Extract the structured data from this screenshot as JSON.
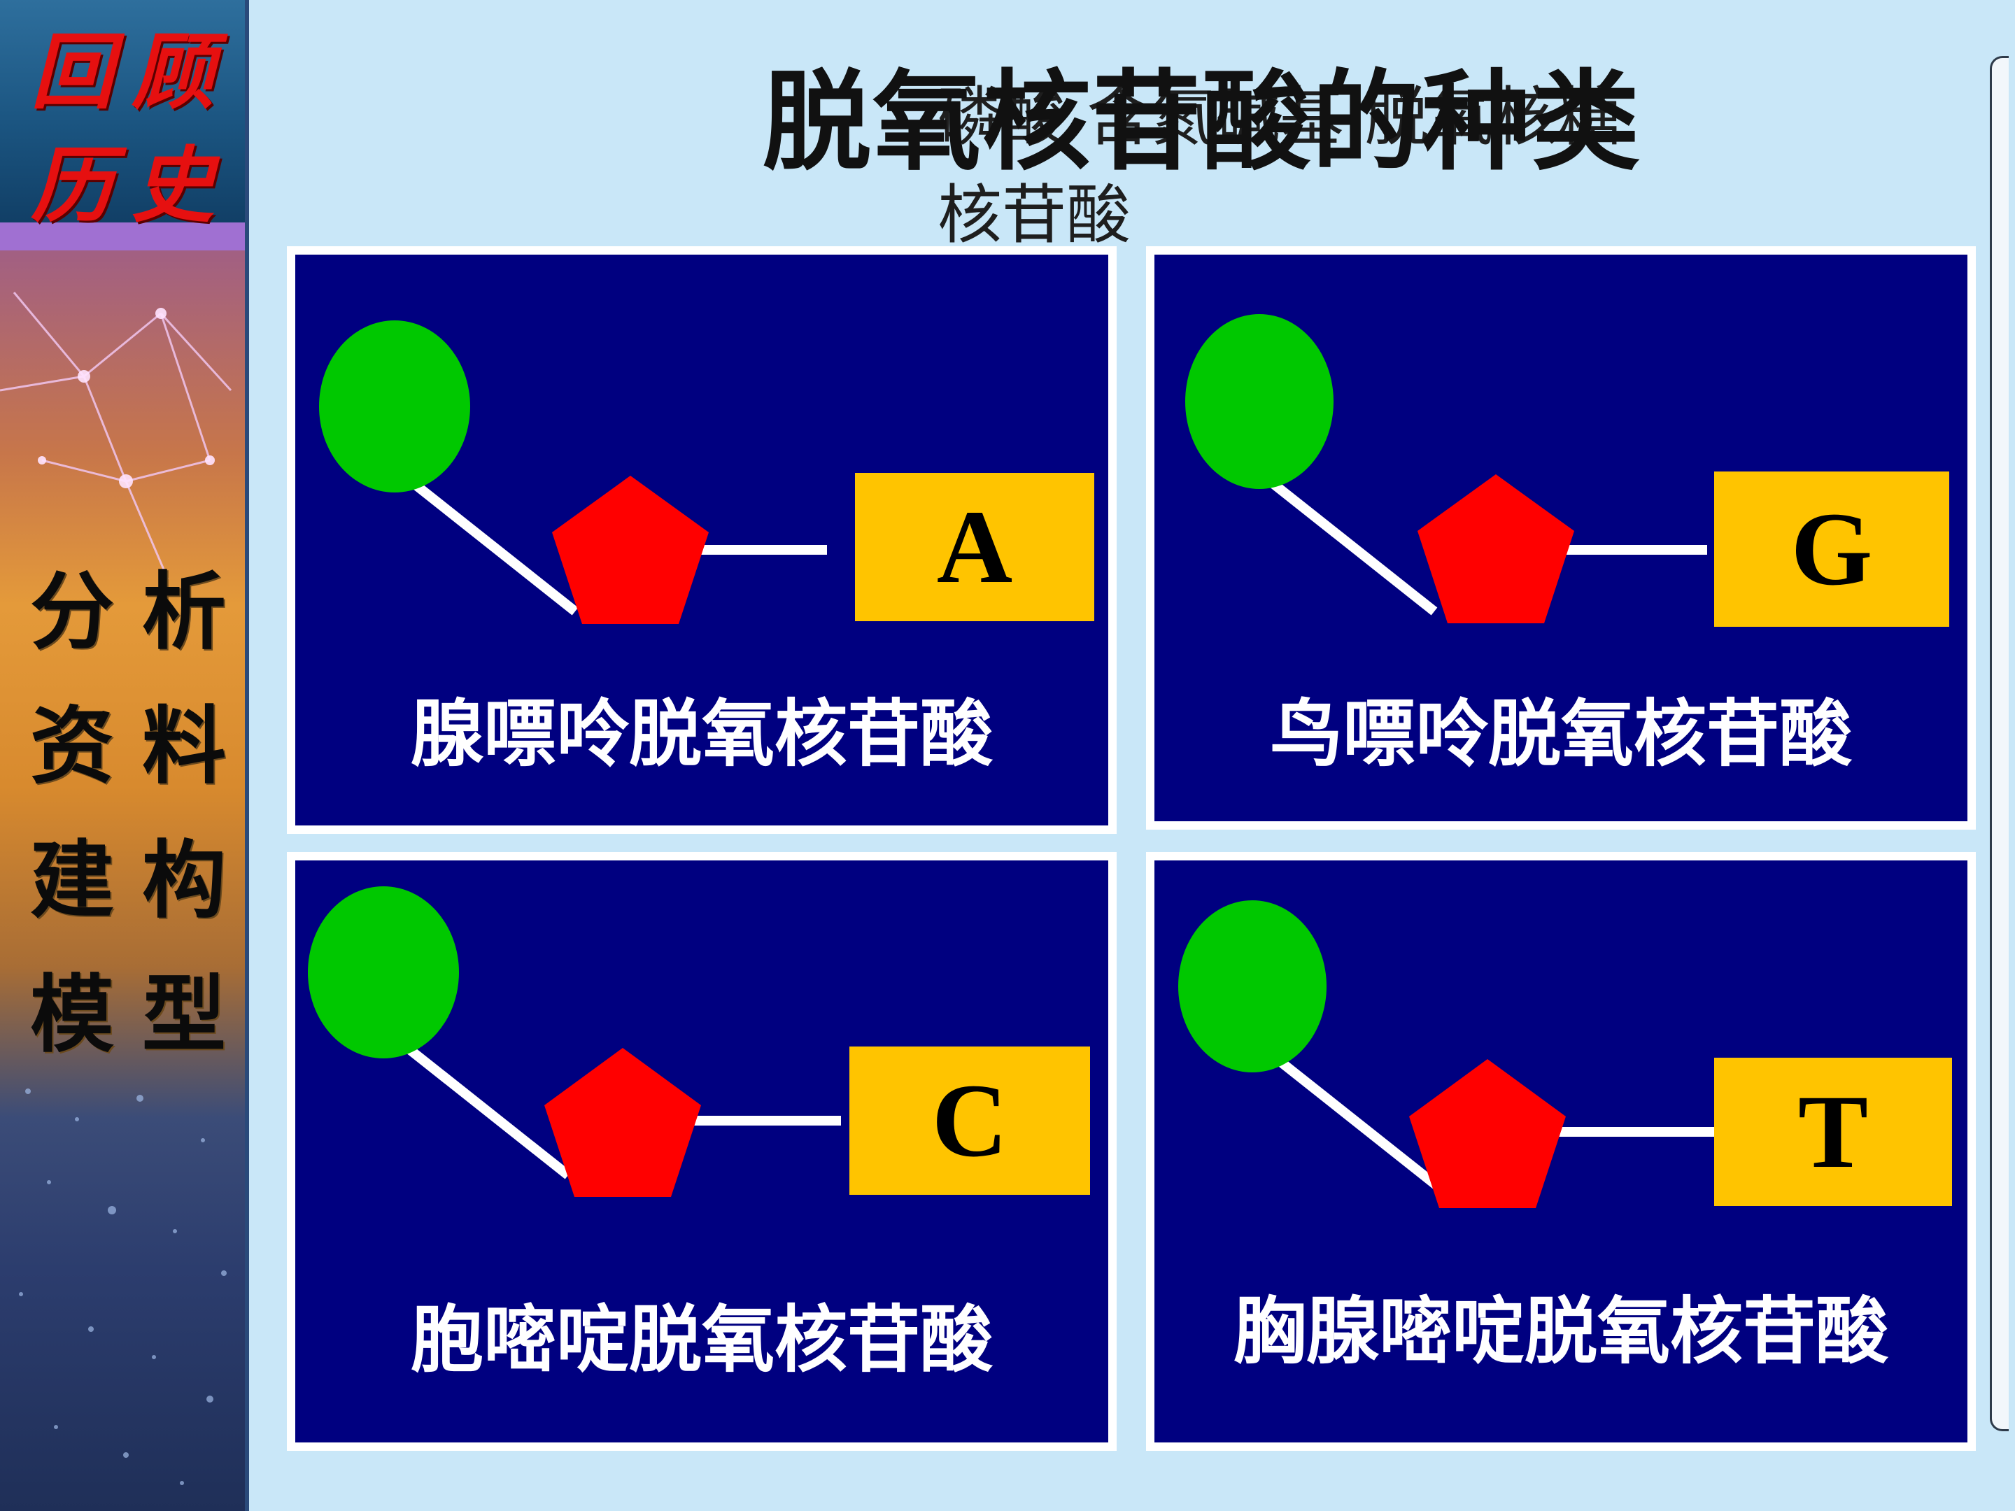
{
  "title": "脱氧核苷酸的种类",
  "overlap_text": {
    "line1": "磷酸 含氮碱基   脱氧核糖",
    "line2": "核苷酸"
  },
  "sidebar": {
    "top_chars": [
      "回",
      "顾",
      "历",
      "史"
    ],
    "mid_chars": [
      "分",
      "析",
      "资",
      "料",
      "建",
      "构",
      "模",
      "型"
    ]
  },
  "cards": [
    {
      "base": "A",
      "label": "腺嘌呤脱氧核苷酸"
    },
    {
      "base": "G",
      "label": "鸟嘌呤脱氧核苷酸"
    },
    {
      "base": "C",
      "label": "胞嘧啶脱氧核苷酸"
    },
    {
      "base": "T",
      "label": "胸腺嘧啶脱氧核苷酸"
    }
  ],
  "colors": {
    "card_bg": "#000080",
    "phosphate": "#00c800",
    "sugar": "#ff0000",
    "base": "#ffc400",
    "sidebar_top_text": "#e61010"
  }
}
